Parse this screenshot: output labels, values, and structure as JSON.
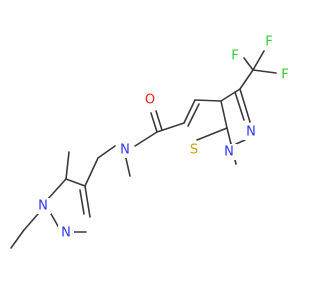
{
  "molecule": {
    "atoms": {
      "o1": "O",
      "n_amide": "N",
      "n_pyr1": "N",
      "n_pyr2": "N",
      "n_ring1": "N",
      "n_ring2": "N",
      "s1": "S",
      "f1": "F",
      "f2": "F",
      "f3": "F"
    },
    "colors": {
      "bond": "#3a3a3a",
      "nitrogen": "#2f33ff",
      "oxygen": "#ff1a1a",
      "sulfur": "#c8a400",
      "fluorine": "#33cc33"
    }
  }
}
